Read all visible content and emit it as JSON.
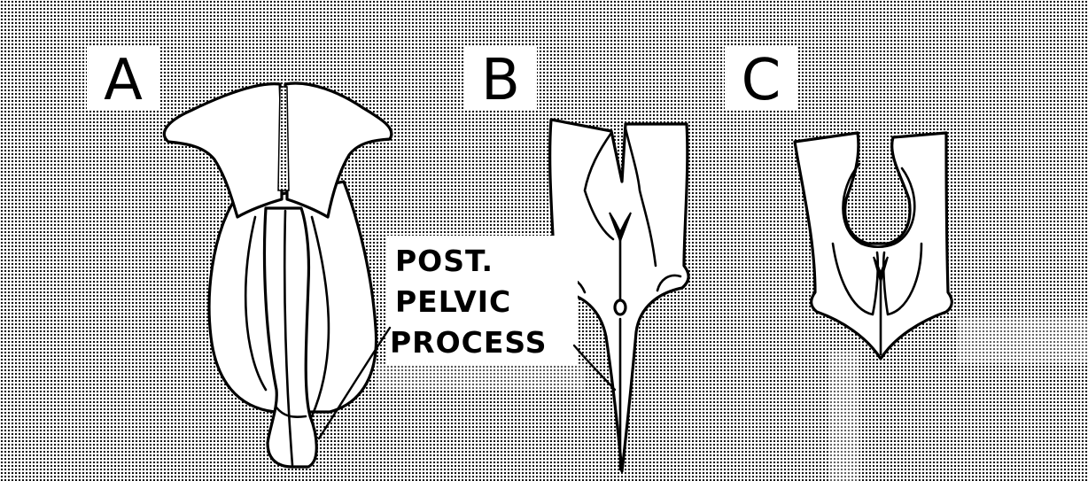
{
  "figure": {
    "panels": [
      {
        "id": "a",
        "label": "A"
      },
      {
        "id": "b",
        "label": "B"
      },
      {
        "id": "c",
        "label": "C"
      }
    ],
    "callout": {
      "lines": [
        "POST.",
        "PELVIC",
        "PROCESS"
      ]
    },
    "colors": {
      "background_dots": "#000000",
      "background": "#ffffff",
      "line": "#000000",
      "bone_fill": "#ffffff"
    }
  }
}
